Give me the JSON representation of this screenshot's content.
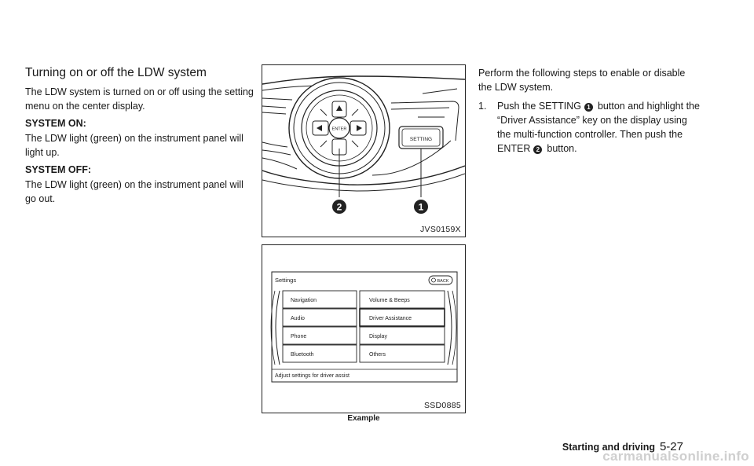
{
  "section": {
    "title": "Turning on or off the LDW system",
    "intro": "The LDW system is turned on or off using the setting menu on the center display.",
    "on_label": "SYSTEM ON:",
    "on_text": "The LDW light (green) on the instrument panel will light up.",
    "off_label": "SYSTEM OFF:",
    "off_text": "The LDW light (green) on the instrument panel will go out."
  },
  "figure1": {
    "code": "JVS0159X",
    "enter_label": "ENTER",
    "setting_label": "SETTING",
    "callout1": "1",
    "callout2": "2"
  },
  "figure2": {
    "code": "SSD0885",
    "caption": "Example",
    "screen": {
      "title": "Settings",
      "back_label": "BACK",
      "left_items": [
        "Navigation",
        "Audio",
        "Phone",
        "Bluetooth"
      ],
      "right_items": [
        "Volume & Beeps",
        "Driver Assistance",
        "Display",
        "Others"
      ],
      "status": "Adjust settings for driver assist"
    }
  },
  "instructions": {
    "intro": "Perform the following steps to enable or disable the LDW system.",
    "step1_num": "1.",
    "step1_a": "Push the SETTING",
    "step1_callout1": "1",
    "step1_b": "button and highlight the “Driver Assistance” key on the display using the multi-function controller. Then push the ENTER",
    "step1_callout2": "2",
    "step1_c": "button."
  },
  "footer": {
    "section": "Starting and driving",
    "page": "5-27"
  },
  "watermark": "carmanualsonline.info"
}
